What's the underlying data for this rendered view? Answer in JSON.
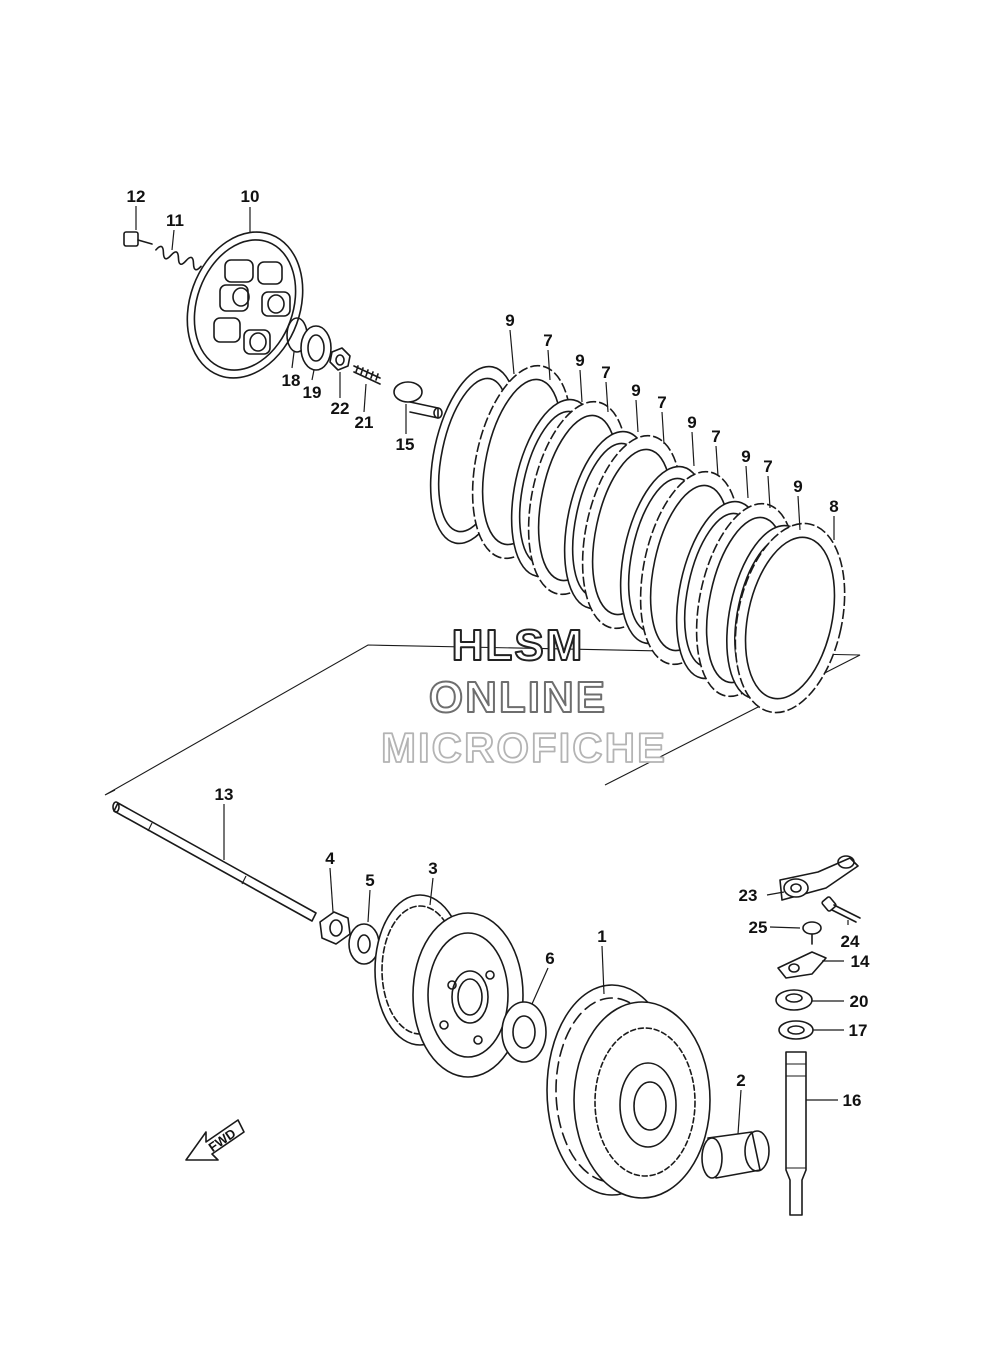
{
  "watermark": {
    "line1": "HLSM",
    "line2": "ONLINE",
    "line3": "MICROFICHE",
    "color1": "#222222",
    "color2": "#6e6e6e",
    "color3": "#b4b4b4"
  },
  "direction_arrow": {
    "label": "FWD"
  },
  "callouts": [
    "12",
    "11",
    "10",
    "9",
    "7",
    "9",
    "7",
    "9",
    "7",
    "9",
    "7",
    "9",
    "7",
    "9",
    "8",
    "18",
    "19",
    "22",
    "21",
    "15",
    "13",
    "4",
    "5",
    "3",
    "6",
    "1",
    "2",
    "23",
    "25",
    "24",
    "14",
    "20",
    "17",
    "16"
  ]
}
